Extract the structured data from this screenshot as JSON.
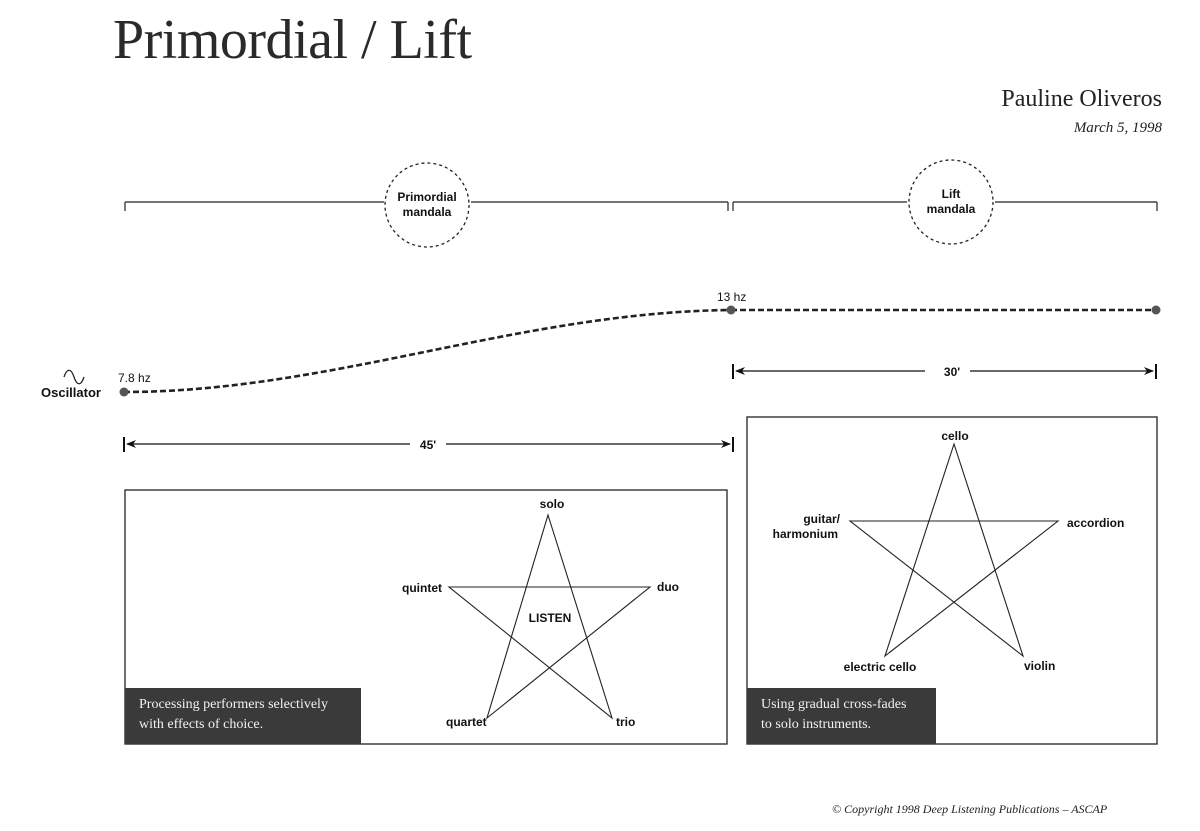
{
  "header": {
    "title": "Primordial / Lift",
    "composer": "Pauline Oliveros",
    "date": "March 5, 1998"
  },
  "sections": {
    "primordial": {
      "mandala_line1": "Primordial",
      "mandala_line2": "mandala",
      "duration": "45'",
      "star": {
        "top": "solo",
        "right": "duo",
        "bottom_right": "trio",
        "bottom_left": "quartet",
        "left": "quintet",
        "center": "LISTEN"
      },
      "caption_line1": "Processing performers selectively",
      "caption_line2": "with effects of choice."
    },
    "lift": {
      "mandala_line1": "Lift",
      "mandala_line2": "mandala",
      "duration": "30'",
      "star": {
        "top": "cello",
        "right": "accordion",
        "bottom_right": "violin",
        "bottom_left": "electric cello",
        "left_line1": "guitar/",
        "left_line2": "harmonium"
      },
      "caption_line1": "Using gradual cross-fades",
      "caption_line2": "to solo instruments."
    }
  },
  "oscillator": {
    "label": "Oscillator",
    "start_freq": "7.8 hz",
    "end_freq": "13 hz",
    "icon": "sine-wave-icon"
  },
  "footer": {
    "copyright": "© Copyright 1998 Deep Listening Publications – ASCAP"
  }
}
